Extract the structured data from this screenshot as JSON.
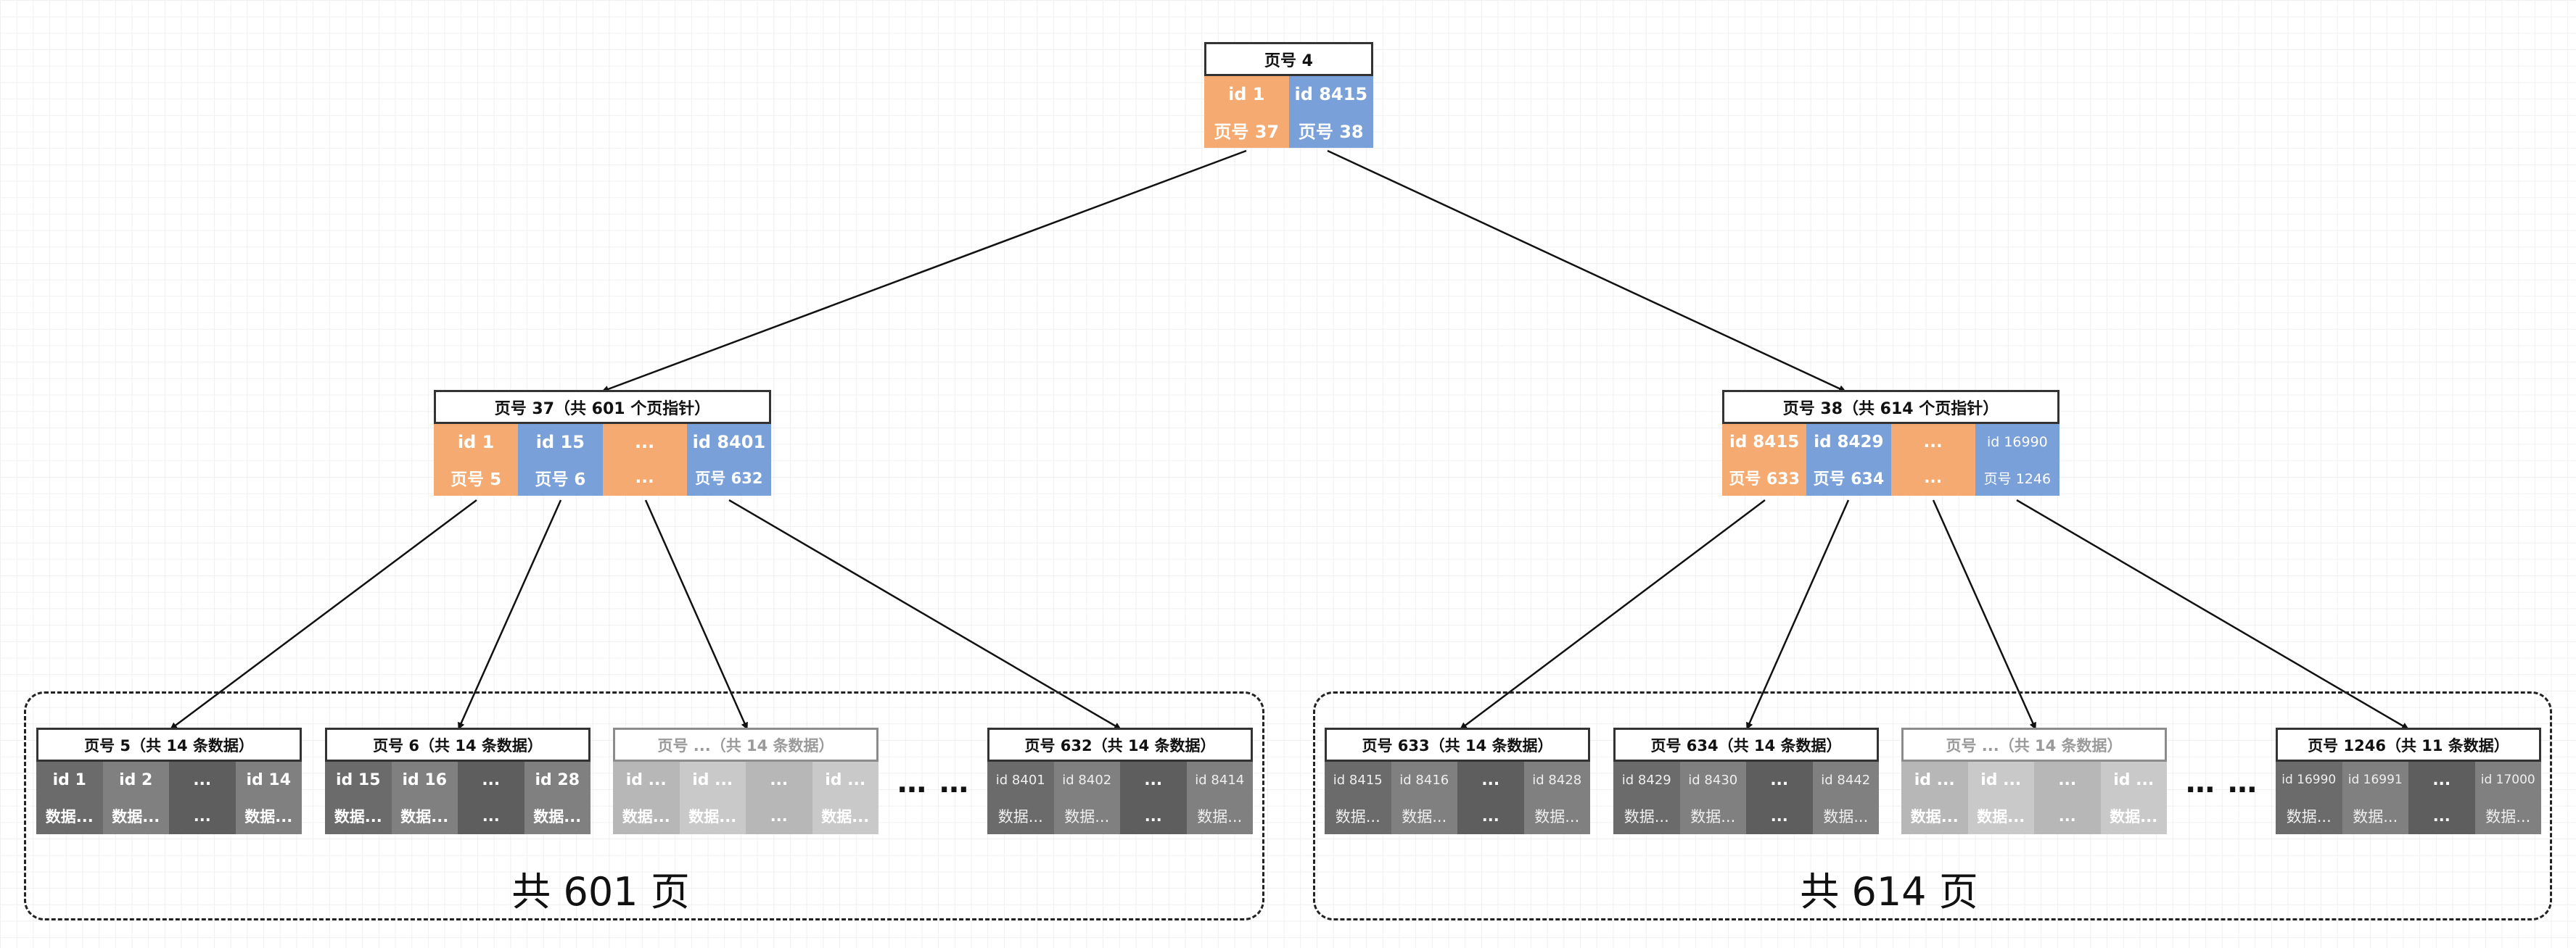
{
  "root": {
    "header": "页号 4",
    "cells": [
      {
        "id": "id 1",
        "page": "页号 37",
        "color": "#f5aa71"
      },
      {
        "id": "id 8415",
        "page": "页号 38",
        "color": "#7aa0d9"
      }
    ]
  },
  "internal": [
    {
      "header": "页号 37（共 601 个页指针）",
      "cells": [
        {
          "id": "id 1",
          "page": "页号 5",
          "color": "#f5aa71"
        },
        {
          "id": "id 15",
          "page": "页号 6",
          "color": "#7aa0d9"
        },
        {
          "id": "...",
          "page": "...",
          "color": "#f5aa71"
        },
        {
          "id": "id 8401",
          "page": "页号 632",
          "color": "#7aa0d9"
        }
      ]
    },
    {
      "header": "页号 38（共 614 个页指针）",
      "cells": [
        {
          "id": "id 8415",
          "page": "页号 633",
          "color": "#f5aa71"
        },
        {
          "id": "id 8429",
          "page": "页号 634",
          "color": "#7aa0d9"
        },
        {
          "id": "...",
          "page": "...",
          "color": "#f5aa71"
        },
        {
          "id": "id 16990",
          "page": "页号 1246",
          "color": "#7aa0d9"
        }
      ]
    }
  ],
  "leaves": [
    {
      "header": "页号 5（共 14 条数据）",
      "faded": false,
      "cells": [
        [
          "id 1",
          "数据..."
        ],
        [
          "id 2",
          "数据..."
        ],
        [
          "...",
          "..."
        ],
        [
          "id 14",
          "数据..."
        ]
      ]
    },
    {
      "header": "页号 6（共 14 条数据）",
      "faded": false,
      "cells": [
        [
          "id 15",
          "数据..."
        ],
        [
          "id 16",
          "数据..."
        ],
        [
          "...",
          "..."
        ],
        [
          "id 28",
          "数据..."
        ]
      ]
    },
    {
      "header": "页号 ...（共 14 条数据）",
      "faded": true,
      "cells": [
        [
          "id ...",
          "数据..."
        ],
        [
          "id ...",
          "数据..."
        ],
        [
          "...",
          "..."
        ],
        [
          "id ...",
          "数据..."
        ]
      ]
    },
    {
      "header": "页号 632（共 14 条数据）",
      "faded": false,
      "cells": [
        [
          "id 8401",
          "数据..."
        ],
        [
          "id 8402",
          "数据..."
        ],
        [
          "...",
          "..."
        ],
        [
          "id 8414",
          "数据..."
        ]
      ]
    },
    {
      "header": "页号 633（共 14 条数据）",
      "faded": false,
      "cells": [
        [
          "id 8415",
          "数据..."
        ],
        [
          "id 8416",
          "数据..."
        ],
        [
          "...",
          "..."
        ],
        [
          "id 8428",
          "数据..."
        ]
      ]
    },
    {
      "header": "页号 634（共 14 条数据）",
      "faded": false,
      "cells": [
        [
          "id 8429",
          "数据..."
        ],
        [
          "id 8430",
          "数据..."
        ],
        [
          "...",
          "..."
        ],
        [
          "id 8442",
          "数据..."
        ]
      ]
    },
    {
      "header": "页号 ...（共 14 条数据）",
      "faded": true,
      "cells": [
        [
          "id ...",
          "数据..."
        ],
        [
          "id ...",
          "数据..."
        ],
        [
          "...",
          "..."
        ],
        [
          "id ...",
          "数据..."
        ]
      ]
    },
    {
      "header": "页号 1246（共 11 条数据）",
      "faded": false,
      "cells": [
        [
          "id 16990",
          "数据..."
        ],
        [
          "id 16991",
          "数据..."
        ],
        [
          "...",
          "..."
        ],
        [
          "id 17000",
          "数据..."
        ]
      ]
    }
  ],
  "groups": [
    {
      "label": "共 601 页",
      "ellipsis": "… …"
    },
    {
      "label": "共 614 页",
      "ellipsis": "… …"
    }
  ],
  "colors": {
    "orange": "#f5aa71",
    "blue": "#7aa0d9",
    "leaf_cells": [
      "#6b6b6b",
      "#808080",
      "#5e5e5e",
      "#808080"
    ],
    "leaf_cells_faded": [
      "#b7b7b7",
      "#c9c9c9",
      "#b7b7b7",
      "#c9c9c9"
    ]
  }
}
